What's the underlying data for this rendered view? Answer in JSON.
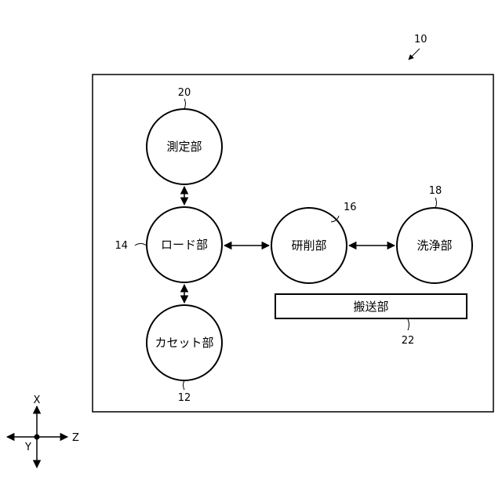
{
  "system": {
    "ref": "10"
  },
  "nodes": {
    "measurement": {
      "label": "測定部",
      "ref": "20"
    },
    "load": {
      "label": "ロード部",
      "ref": "14"
    },
    "cassette": {
      "label": "カセット部",
      "ref": "12"
    },
    "polishing": {
      "label": "研削部",
      "ref": "16"
    },
    "cleaning": {
      "label": "洗浄部",
      "ref": "18"
    },
    "transfer": {
      "label": "搬送部",
      "ref": "22"
    }
  },
  "axes": {
    "x": "X",
    "y": "Y",
    "z": "Z"
  }
}
